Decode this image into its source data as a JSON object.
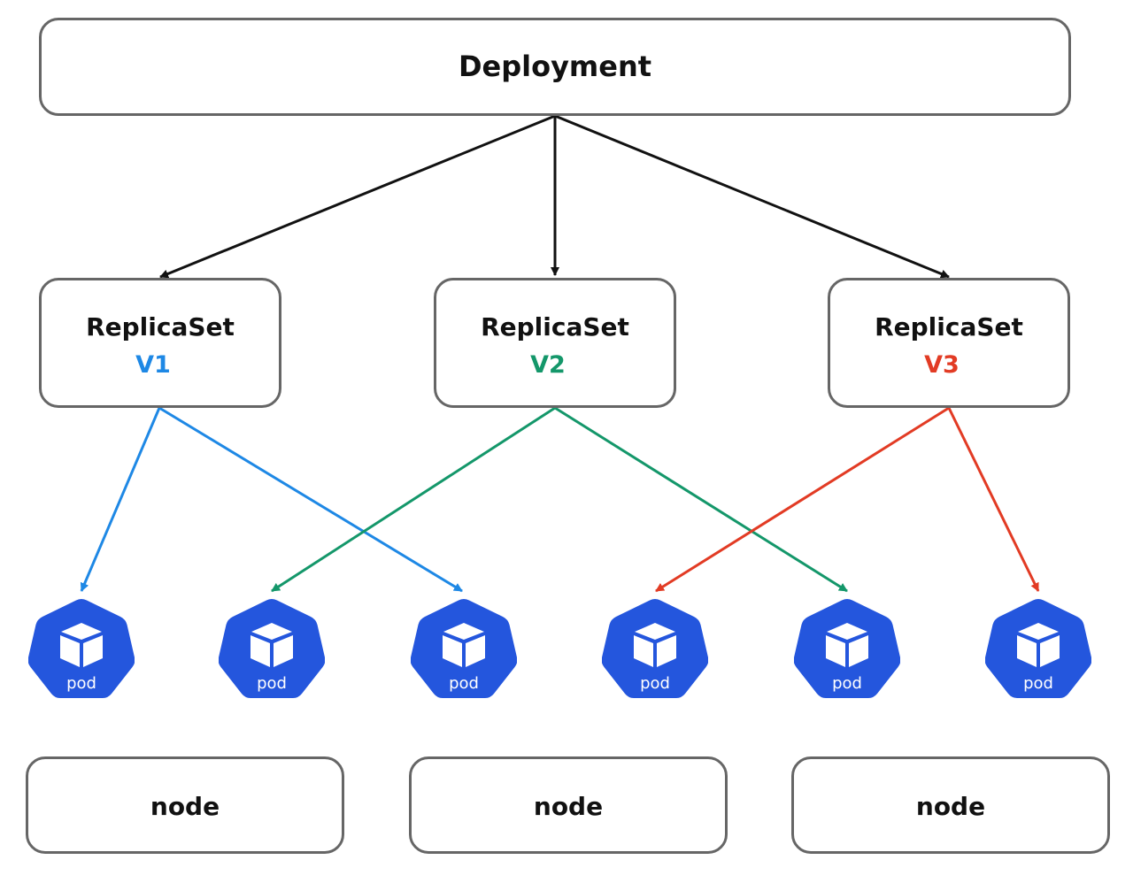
{
  "deployment": {
    "label": "Deployment"
  },
  "replicasets": [
    {
      "title": "ReplicaSet",
      "version": "V1",
      "color": "#1e88e5"
    },
    {
      "title": "ReplicaSet",
      "version": "V2",
      "color": "#14976a"
    },
    {
      "title": "ReplicaSet",
      "version": "V3",
      "color": "#e23b24"
    }
  ],
  "pods": [
    {
      "label": "pod",
      "icon": "cube-icon"
    },
    {
      "label": "pod",
      "icon": "cube-icon"
    },
    {
      "label": "pod",
      "icon": "cube-icon"
    },
    {
      "label": "pod",
      "icon": "cube-icon"
    },
    {
      "label": "pod",
      "icon": "cube-icon"
    },
    {
      "label": "pod",
      "icon": "cube-icon"
    }
  ],
  "nodes": [
    {
      "label": "node"
    },
    {
      "label": "node"
    },
    {
      "label": "node"
    }
  ],
  "colors": {
    "border": "#666666",
    "text": "#111111",
    "arrow_main": "#111111",
    "pod_fill": "#2456dd"
  },
  "connections": [
    {
      "from": "deployment",
      "to": "replicaset-v1"
    },
    {
      "from": "deployment",
      "to": "replicaset-v2"
    },
    {
      "from": "deployment",
      "to": "replicaset-v3"
    },
    {
      "from": "replicaset-v1",
      "to": "pod-1"
    },
    {
      "from": "replicaset-v1",
      "to": "pod-3"
    },
    {
      "from": "replicaset-v2",
      "to": "pod-2"
    },
    {
      "from": "replicaset-v2",
      "to": "pod-5"
    },
    {
      "from": "replicaset-v3",
      "to": "pod-4"
    },
    {
      "from": "replicaset-v3",
      "to": "pod-6"
    }
  ]
}
